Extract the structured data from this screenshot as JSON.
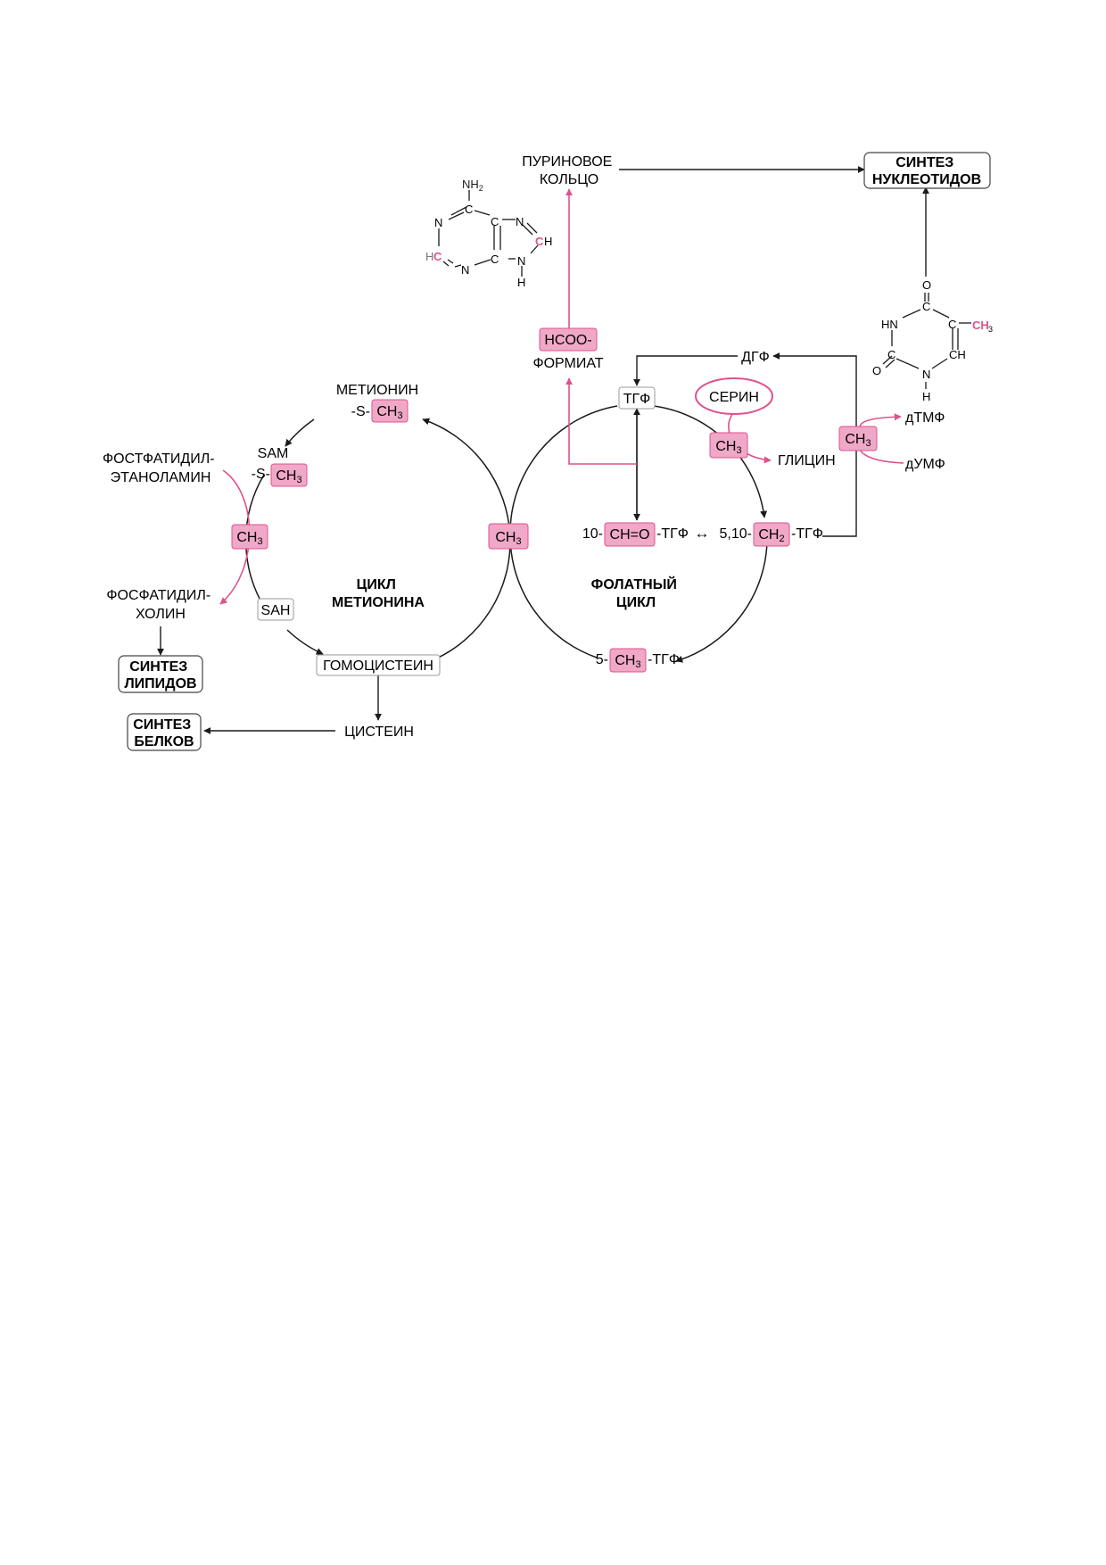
{
  "colors": {
    "accent": "#e0508c",
    "highlight_fill": "#f0a8c8",
    "line": "#1a1a1a"
  },
  "cycles": {
    "methionine_title": [
      "ЦИКЛ",
      "МЕТИОНИНА"
    ],
    "folate_title": [
      "ФОЛАТНЫЙ",
      "ЦИКЛ"
    ]
  },
  "methionine_cycle": {
    "methionine": "МЕТИОНИН",
    "methionine_s": "-S-",
    "sam": "SAM",
    "sam_s": "-S-",
    "sah": "SAH",
    "homocysteine": "ГОМОЦИСТЕИН",
    "cysteine": "ЦИСТЕИН"
  },
  "lipid_branch": {
    "phosphatidylethanolamine": [
      "ФОСТФАТИДИЛ-",
      "ЭТАНОЛАМИН"
    ],
    "phosphatidylcholine": [
      "ФОСФАТИДИЛ-",
      "ХОЛИН"
    ]
  },
  "outputs": {
    "lipid_synthesis": [
      "СИНТЕЗ",
      "ЛИПИДОВ"
    ],
    "protein_synthesis": [
      "СИНТЕЗ",
      "БЕЛКОВ"
    ],
    "nucleotide_synthesis": [
      "СИНТЕЗ",
      "НУКЛЕОТИДОВ"
    ]
  },
  "folate_cycle": {
    "thf": "ТГФ",
    "dhf": "ДГФ",
    "formyl_thf": {
      "prefix": "10-",
      "group": "CH=O",
      "suffix": "-ТГФ"
    },
    "methylene_thf": {
      "prefix": "5,10-",
      "group": "CH",
      "sub": "2",
      "suffix": "-ТГФ"
    },
    "methyl_thf": {
      "prefix": "5-",
      "group": "CH",
      "sub": "3",
      "suffix": "-ТГФ"
    },
    "serine": "СЕРИН",
    "glycine": "ГЛИЦИН",
    "dtmp": "дТМФ",
    "dump": "дУМФ"
  },
  "formate": {
    "group": "HCOO-",
    "label": "ФОРМИАТ"
  },
  "purine_ring": {
    "label": [
      "ПУРИНОВОЕ",
      "КОЛЬЦО"
    ]
  },
  "methyl_group": {
    "base": "CH",
    "sub": "3"
  },
  "bidir_arrow": "↔",
  "adenine": {
    "nh2": "NH",
    "nh2_sub": "2",
    "c6": "C",
    "n1": "N",
    "c2_h": "H",
    "c2_c": "C",
    "n3": "N",
    "c4": "C",
    "c5": "C",
    "n7": "N",
    "c8_c": "C",
    "c8_h": "H",
    "n9": "N",
    "h9": "H"
  },
  "thymine": {
    "o4": "O",
    "c4": "C",
    "n3h": "HN",
    "c5": "C",
    "ch3": "CH",
    "ch3_sub": "3",
    "c2": "C",
    "o2": "O",
    "c6h": "CH",
    "n1": "N",
    "h1": "H"
  }
}
